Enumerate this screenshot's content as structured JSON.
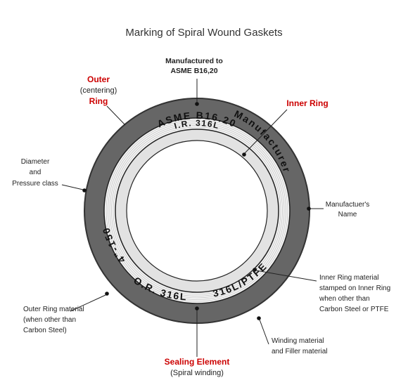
{
  "title": "Marking of Spiral Wound Gaskets",
  "colors": {
    "outer_ring": "#666666",
    "inner_ring": "#e2e2e2",
    "winding": "#f4f4f4",
    "winding_lines": "#c8c8c8",
    "highlight": "#cc0000"
  },
  "ring_markings": {
    "top": "ASME B16.20",
    "left": "4\"-150",
    "right": "Manufacturer",
    "bottom_left": "O.R. 316L",
    "bottom_right": "316L/PTFE",
    "inner_ring": "I.R. 316L"
  },
  "labels": {
    "manufactured": [
      "Manufactured to",
      "ASME B16,20"
    ],
    "outer_ring": {
      "line1": "Outer",
      "line2": "(centering)",
      "line3": "Ring"
    },
    "inner_ring": "Inner Ring",
    "diameter": [
      "Diameter",
      "and",
      "Pressure class"
    ],
    "manufacturer_name": [
      "Manufactuer's",
      "Name"
    ],
    "inner_ring_material": [
      "Inner Ring material",
      "stamped on Inner Ring",
      "when other than",
      "Carbon Steel or PTFE"
    ],
    "outer_ring_material": [
      "Outer Ring material",
      "(when other than",
      "Carbon Steel)"
    ],
    "winding_filler": [
      "Winding material",
      "and Filler material"
    ],
    "sealing_element": {
      "line1": "Sealing Element",
      "line2": "(Spiral winding)"
    }
  }
}
